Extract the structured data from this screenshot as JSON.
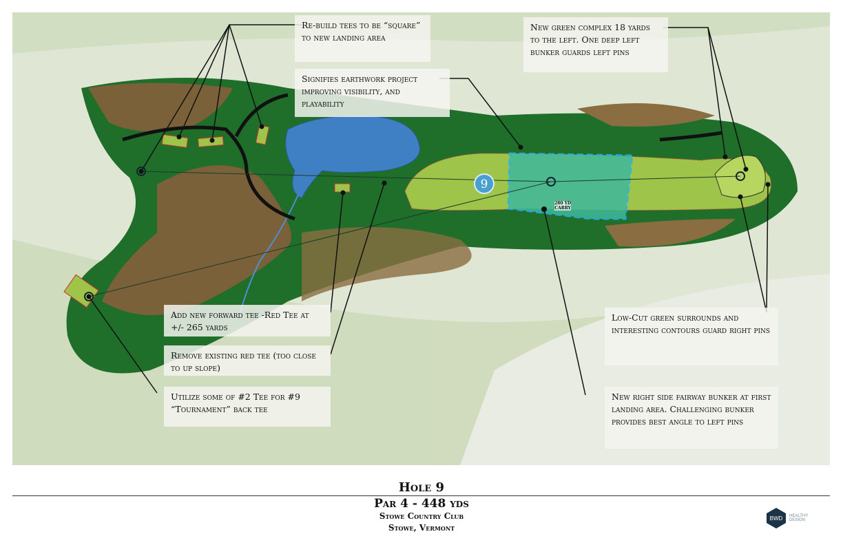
{
  "map": {
    "hole_marker": "9",
    "carry_label": {
      "line1": "280 YD",
      "line2": "CARRY"
    }
  },
  "notes": [
    {
      "id": "rebuild-tees",
      "text": "Re-build tees to be “square” to new landing area"
    },
    {
      "id": "earthwork",
      "text": "Signifies earthwork project improving visibility, and playability"
    },
    {
      "id": "new-green",
      "text": "New green complex 18 yards to the left. One deep left bunker guards left pins"
    },
    {
      "id": "forward-tee",
      "text": "Add new forward tee -Red Tee at +/- 265 yards"
    },
    {
      "id": "remove-red-tee",
      "text": "Remove existing red tee (too close to up slope)"
    },
    {
      "id": "tournament-tee",
      "text": "Utilize some of #2 Tee for #9 “Tournament” back tee"
    },
    {
      "id": "low-cut",
      "text": "Low-Cut green surrounds and interesting contours guard right pins"
    },
    {
      "id": "fairway-bunker",
      "text": "New right side fairway bunker at first landing area. Challenging bunker provides best angle to left pins"
    }
  ],
  "footer": {
    "title": "Hole 9",
    "subtitle": "Par 4 - 448 yds",
    "club": "Stowe Country Club",
    "location": "Stowe, Vermont"
  },
  "logo": {
    "mark": "BWD",
    "name": "Healthy Design"
  },
  "colors": {
    "rough": "#1f6e2a",
    "fairway": "#9fc44a",
    "earth": "#7a6139",
    "water": "#3f7fc4",
    "earthwork": "#3fb89a"
  }
}
